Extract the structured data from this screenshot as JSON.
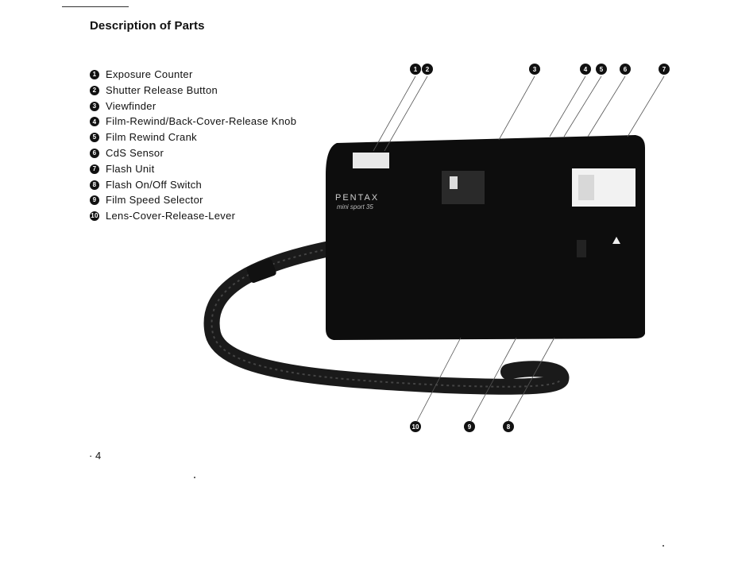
{
  "title": "Description of Parts",
  "parts": [
    {
      "num": "1",
      "label": "Exposure Counter"
    },
    {
      "num": "2",
      "label": "Shutter Release Button"
    },
    {
      "num": "3",
      "label": "Viewfinder"
    },
    {
      "num": "4",
      "label": "Film-Rewind/Back-Cover-Release Knob"
    },
    {
      "num": "5",
      "label": "Film Rewind Crank"
    },
    {
      "num": "6",
      "label": "CdS Sensor"
    },
    {
      "num": "7",
      "label": "Flash Unit"
    },
    {
      "num": "8",
      "label": "Flash On/Off Switch"
    },
    {
      "num": "9",
      "label": "Film Speed Selector"
    },
    {
      "num": "10",
      "label": "Lens-Cover-Release-Lever"
    }
  ],
  "callouts": {
    "c1": "1",
    "c2": "2",
    "c3": "3",
    "c4": "4",
    "c5": "5",
    "c6": "6",
    "c7": "7",
    "c8": "8",
    "c9": "9",
    "c10": "10"
  },
  "camera": {
    "brand": "PENTAX",
    "model": "mini sport 35"
  },
  "page_number": "· 4"
}
